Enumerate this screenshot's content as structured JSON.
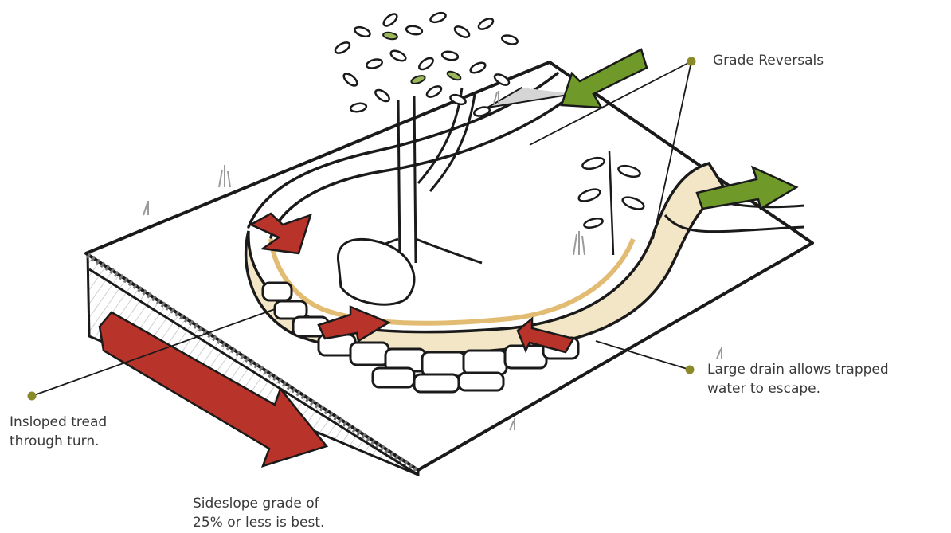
{
  "labels": {
    "grade_reversals": "Grade Reversals",
    "large_drain_line1": "Large drain allows trapped",
    "large_drain_line2": "water to escape.",
    "insloped_line1": "Insloped tread",
    "insloped_line2": "through turn.",
    "sideslope_line1": "Sideslope grade of",
    "sideslope_line2": "25% or less is best."
  },
  "colors": {
    "callout_dot": "#8a8a2a",
    "red_arrow": "#b8332a",
    "green_arrow": "#6f9a2a",
    "shadow": "#1e1e1e",
    "ink": "#1a1a1a",
    "trail_tan": "#e7cc8d",
    "grass": "#9b9b9b"
  },
  "icons": [
    "tree-icon",
    "boulder-icon",
    "sapling-icon",
    "grass-tuft-icon",
    "rock-wall-icon"
  ]
}
